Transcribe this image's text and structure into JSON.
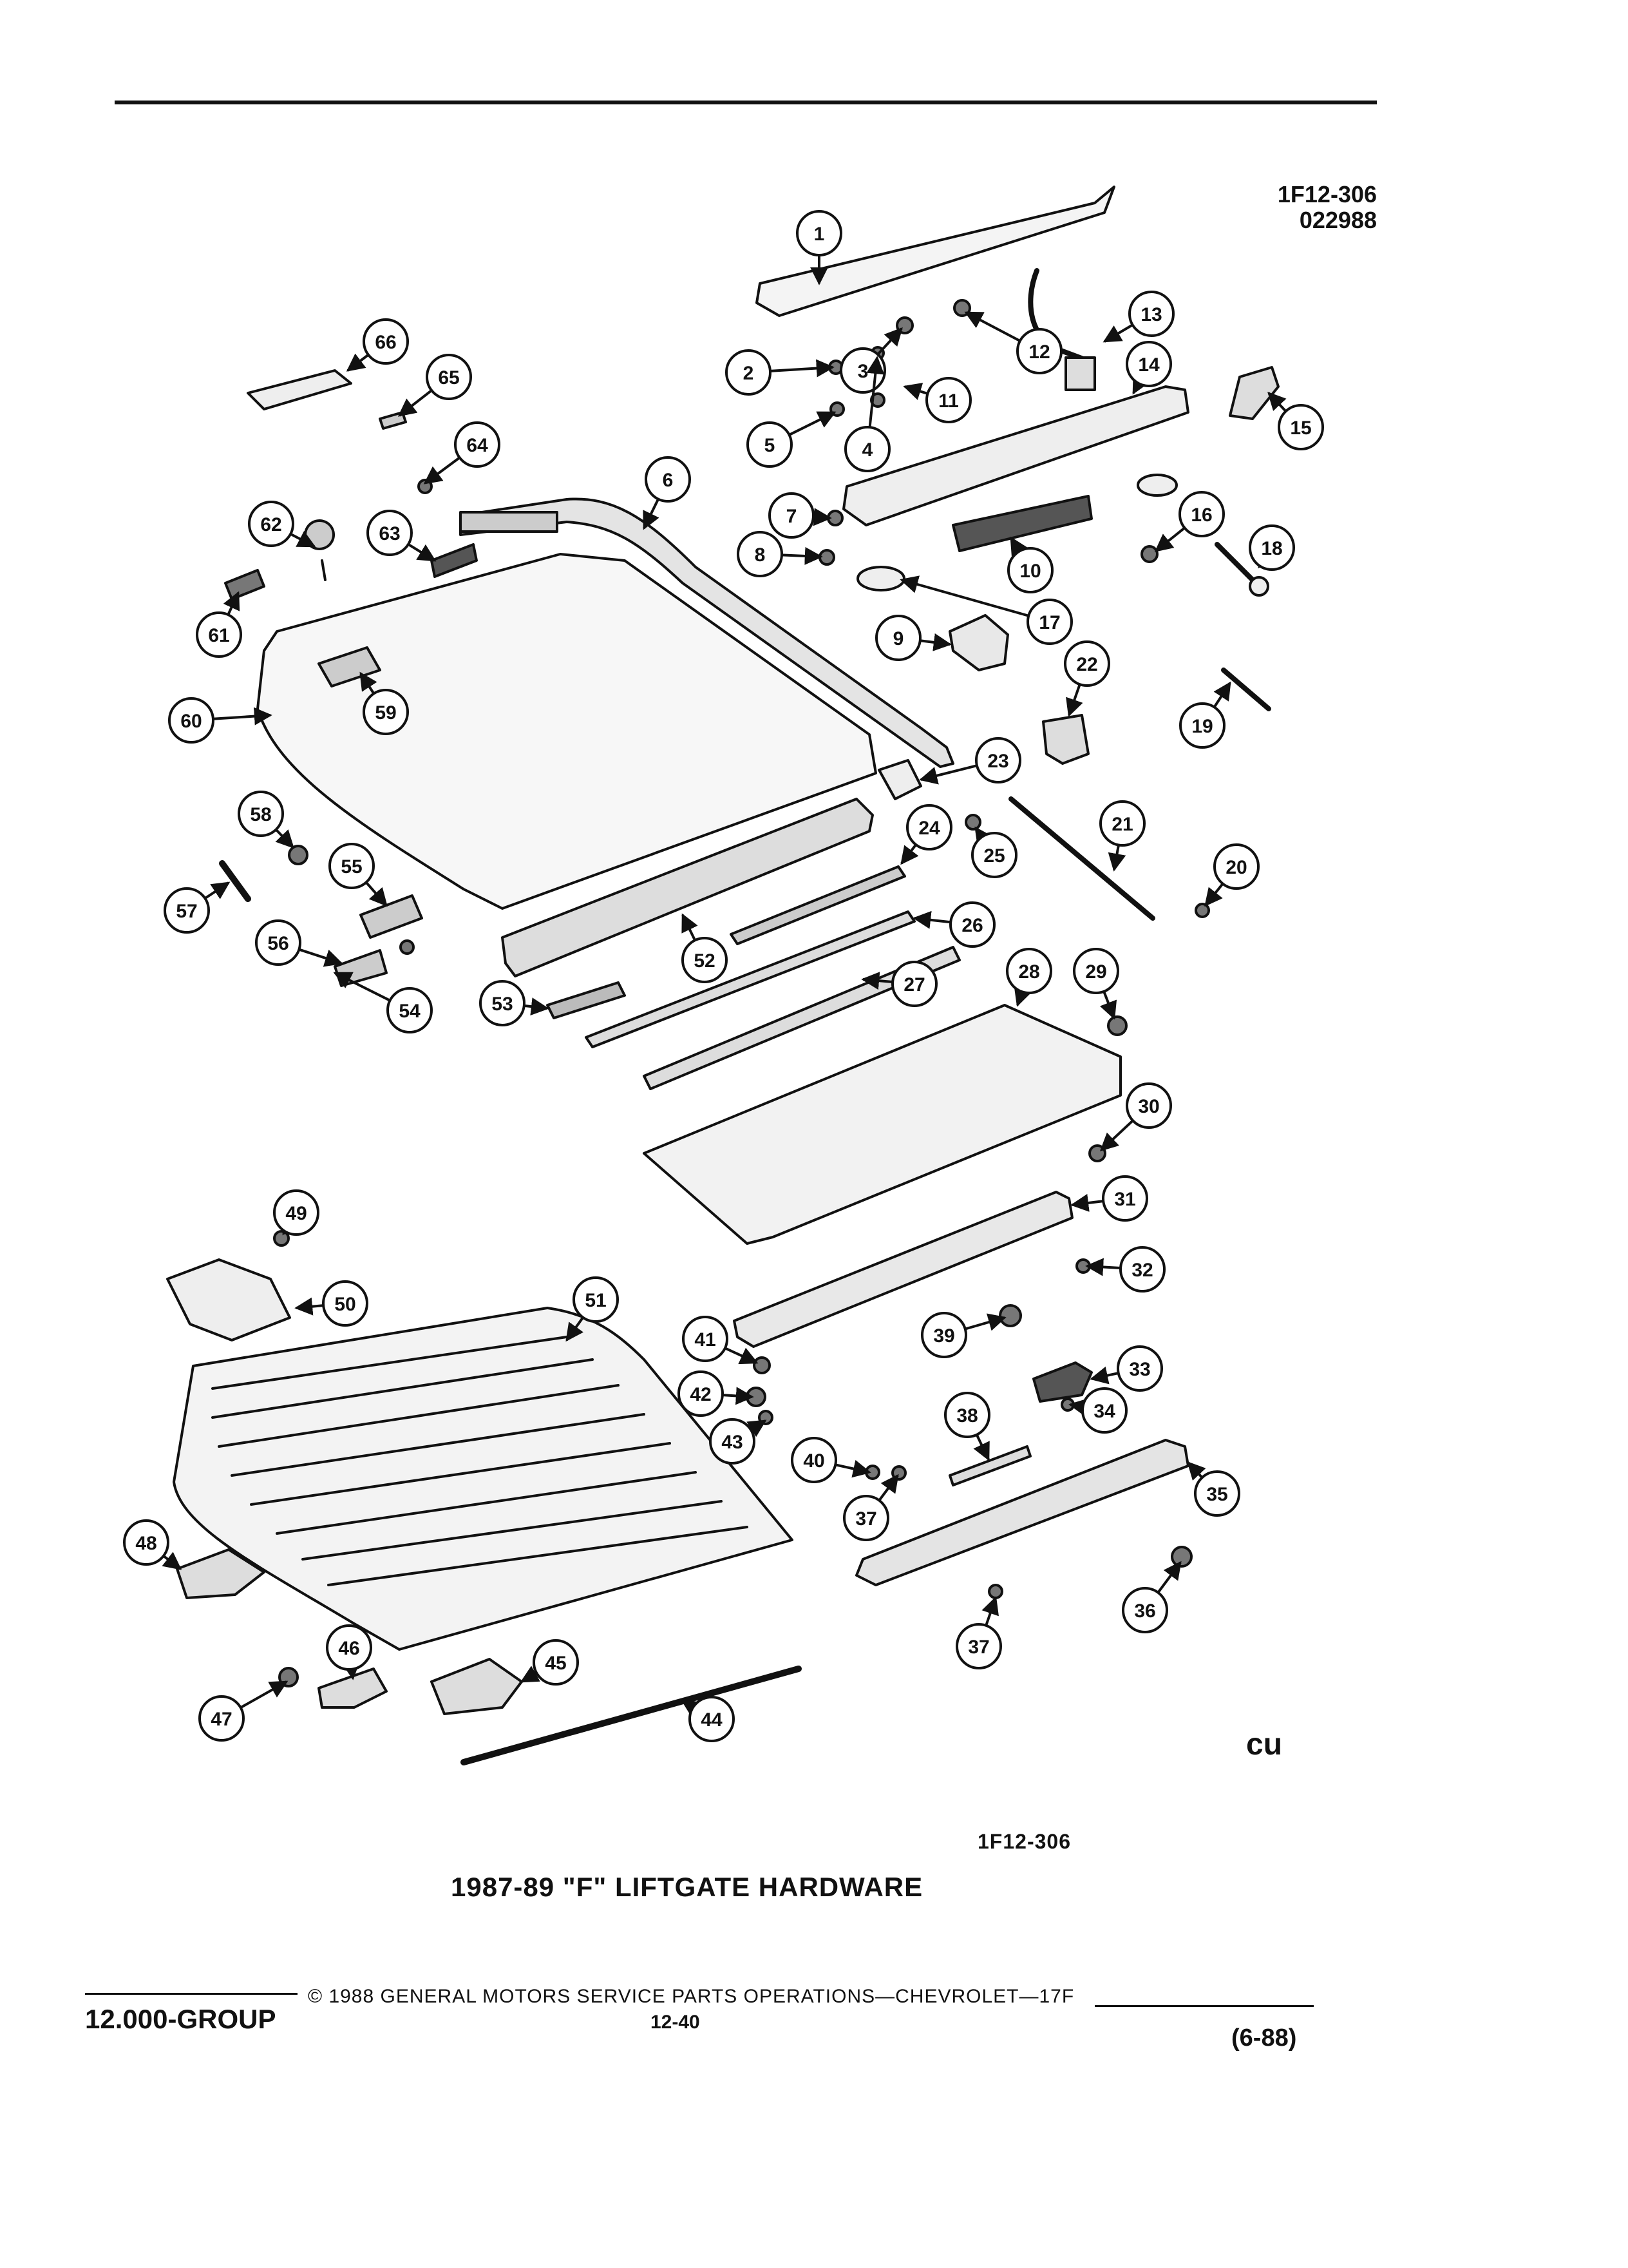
{
  "header": {
    "drawing_number": "1F12-306",
    "drawing_date": "022988"
  },
  "figure": {
    "code": "1F12-306",
    "title": "1987-89 \"F\" LIFTGATE HARDWARE"
  },
  "footer": {
    "group": "12.000-GROUP",
    "copyright": "© 1988 GENERAL MOTORS SERVICE PARTS OPERATIONS—CHEVROLET—17F",
    "page": "12-40",
    "revision": "(6-88)",
    "logo": "cu"
  },
  "callouts": [
    "1",
    "2",
    "3",
    "4",
    "5",
    "6",
    "7",
    "8",
    "9",
    "10",
    "11",
    "12",
    "13",
    "14",
    "15",
    "16",
    "17",
    "18",
    "19",
    "20",
    "21",
    "22",
    "23",
    "24",
    "25",
    "26",
    "27",
    "28",
    "29",
    "30",
    "31",
    "32",
    "33",
    "34",
    "35",
    "36",
    "37",
    "38",
    "39",
    "40",
    "41",
    "42",
    "43",
    "44",
    "45",
    "46",
    "47",
    "48",
    "49",
    "50",
    "51",
    "52",
    "53",
    "54",
    "55",
    "56",
    "57",
    "58",
    "59",
    "60",
    "61",
    "62",
    "63",
    "64",
    "65",
    "66"
  ]
}
